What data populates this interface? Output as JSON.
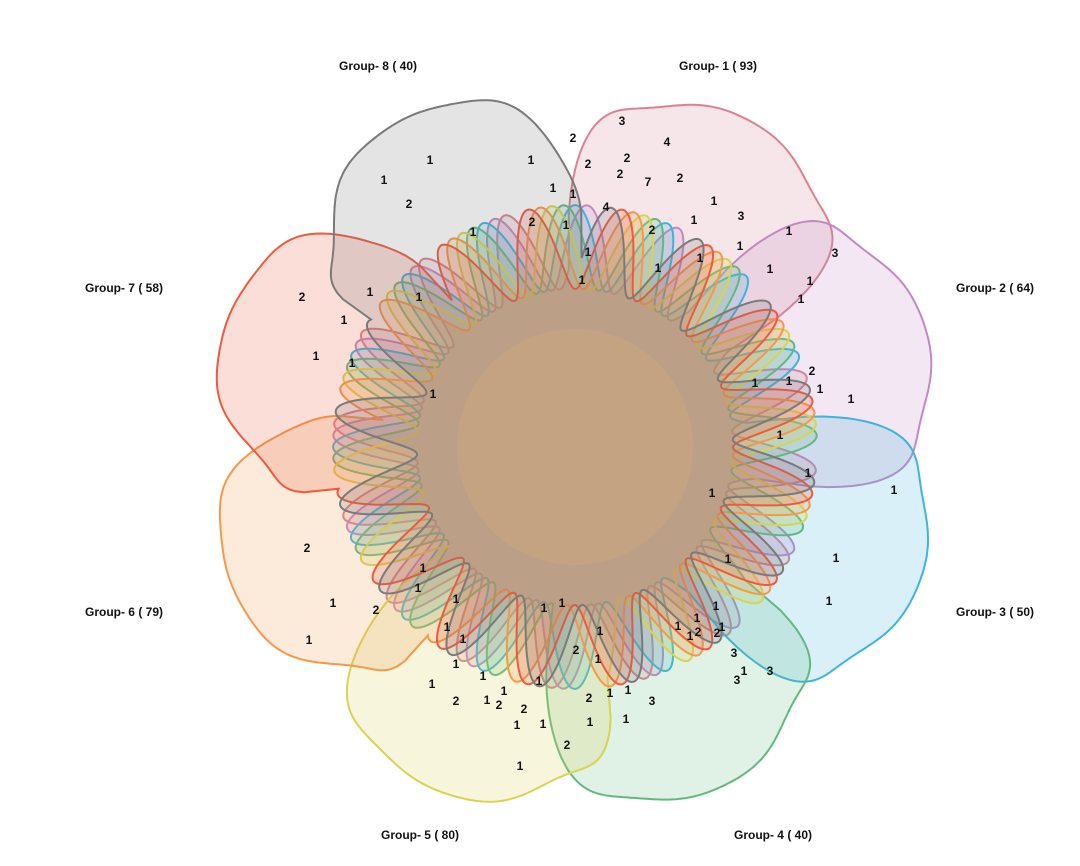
{
  "diagram": {
    "type": "venn",
    "groups": [
      {
        "name": "Group- 1",
        "count_label": "( 93)",
        "color": "#d98293"
      },
      {
        "name": "Group- 2",
        "count_label": "( 64)",
        "color": "#c189c4"
      },
      {
        "name": "Group- 3",
        "count_label": "( 50)",
        "color": "#3fb3de"
      },
      {
        "name": "Group- 4",
        "count_label": "( 40)",
        "color": "#63b882"
      },
      {
        "name": "Group- 5",
        "count_label": "( 80)",
        "color": "#d6d452"
      },
      {
        "name": "Group- 6",
        "count_label": "( 79)",
        "color": "#f29a4a"
      },
      {
        "name": "Group- 7",
        "count_label": "( 58)",
        "color": "#ec5b3d"
      },
      {
        "name": "Group- 8",
        "count_label": "( 40)",
        "color": "#7a7a7a"
      }
    ],
    "center_fill": "#c4a382",
    "region_counts": [
      "3",
      "4",
      "2",
      "2",
      "2",
      "7",
      "2",
      "2",
      "1",
      "4",
      "2",
      "3",
      "1",
      "1",
      "1",
      "1",
      "1",
      "1",
      "1",
      "3",
      "1",
      "1",
      "1",
      "1",
      "1",
      "2",
      "1",
      "1",
      "2",
      "1",
      "1",
      "1",
      "2",
      "1",
      "1",
      "1",
      "1",
      "1",
      "1",
      "1",
      "2",
      "1",
      "1",
      "1",
      "1",
      "1",
      "1",
      "1",
      "1",
      "1",
      "1",
      "2",
      "1",
      "3",
      "3",
      "1",
      "2",
      "3",
      "3",
      "1",
      "1",
      "2",
      "2",
      "1",
      "1",
      "2",
      "2",
      "1",
      "1",
      "1",
      "2",
      "1",
      "1",
      "1",
      "1",
      "1",
      "1",
      "1",
      "1",
      "2",
      "1",
      "1",
      "2",
      "1",
      "1",
      "1",
      "1",
      "2",
      "1",
      "1",
      "1",
      "1",
      "1",
      "1",
      "1"
    ]
  }
}
